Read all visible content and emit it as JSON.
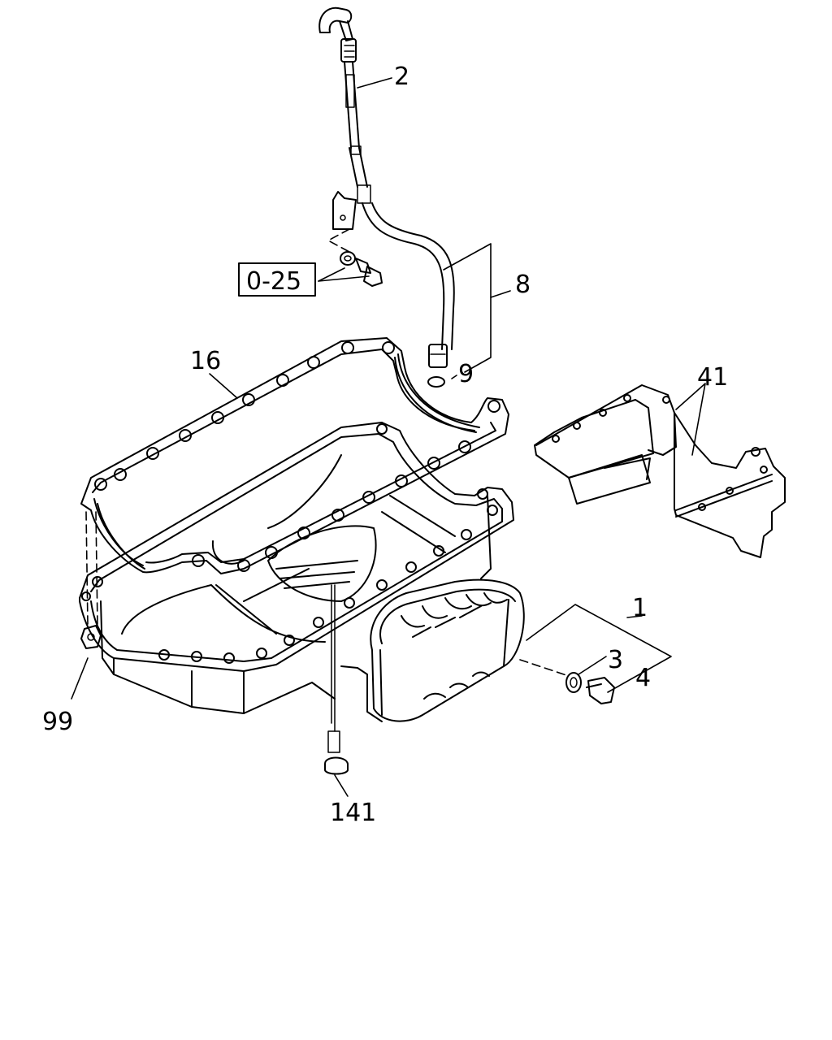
{
  "callouts": {
    "c1": "1",
    "c2": "2",
    "c3": "3",
    "c4": "4",
    "c8": "8",
    "c9": "9",
    "c16": "16",
    "c41": "41",
    "c99": "99",
    "c141": "141",
    "ref": "0-25"
  },
  "colors": {
    "line": "#000000",
    "background": "#ffffff"
  }
}
